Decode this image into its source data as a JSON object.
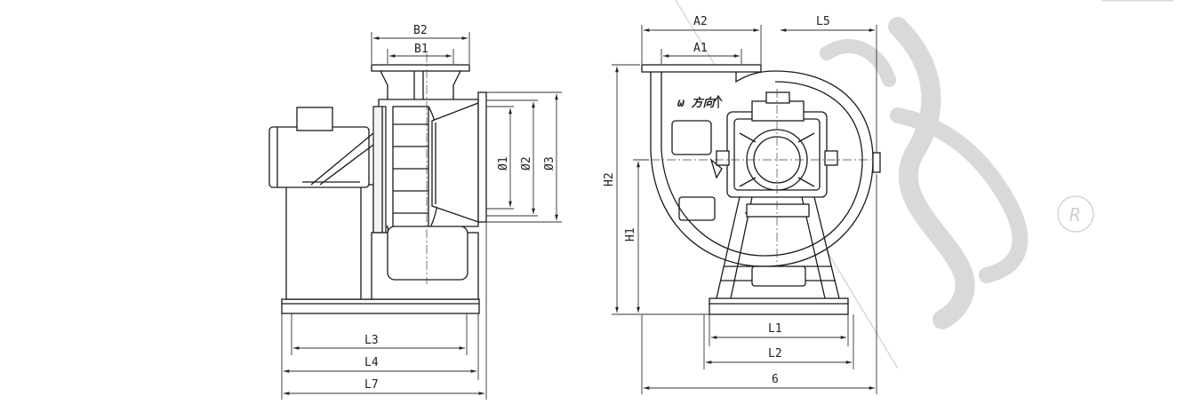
{
  "drawing": {
    "side_view": {
      "dims": {
        "b2": "B2",
        "b1": "B1",
        "d1": "Ø1",
        "d2": "Ø2",
        "d3": "Ø3",
        "l3": "L3",
        "l4": "L4",
        "l7": "L7"
      }
    },
    "front_view": {
      "dims": {
        "a2": "A2",
        "a1": "A1",
        "l5": "L5",
        "h2": "H2",
        "h1": "H1",
        "l1": "L1",
        "l2": "L2",
        "l6": "6"
      },
      "rotation_label": "ω 方向"
    },
    "watermark": {
      "registered_mark": "R"
    }
  }
}
